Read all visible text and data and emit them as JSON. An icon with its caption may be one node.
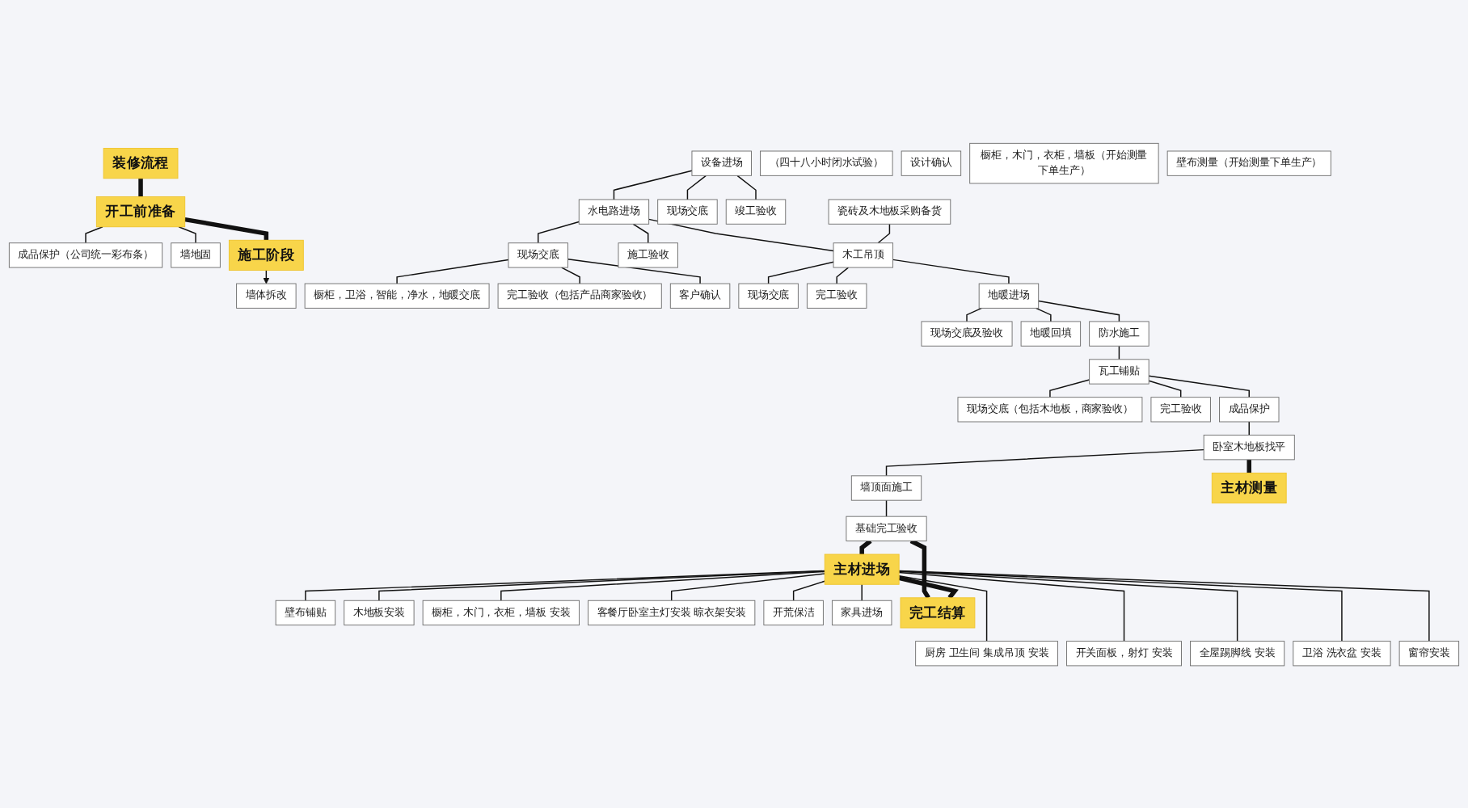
{
  "diagram": {
    "nodes": [
      {
        "text": [
          "装修流程"
        ]
      },
      {
        "text": [
          "开工前准备"
        ]
      },
      {
        "text": [
          "成品保护（公司统一彩布条）"
        ]
      },
      {
        "text": [
          "墙地固"
        ]
      },
      {
        "text": [
          "施工阶段"
        ]
      },
      {
        "text": [
          "墙体拆改"
        ]
      },
      {
        "text": [
          "瓷砖及木地板采购备货"
        ]
      },
      {
        "text": [
          "设备进场"
        ]
      },
      {
        "text": [
          "现场交底"
        ]
      },
      {
        "text": [
          "竣工验收"
        ]
      },
      {
        "text": [
          "水电路进场"
        ]
      },
      {
        "text": [
          "现场交底"
        ]
      },
      {
        "text": [
          "橱柜，卫浴，智能，净水，地暖交底"
        ]
      },
      {
        "text": [
          "完工验收（包括产品商家验收）"
        ]
      },
      {
        "text": [
          "客户确认"
        ]
      },
      {
        "text": [
          "施工验收"
        ]
      },
      {
        "text": [
          "木工吊顶"
        ]
      },
      {
        "text": [
          "现场交底"
        ]
      },
      {
        "text": [
          "完工验收"
        ]
      },
      {
        "text": [
          "地暖进场"
        ]
      },
      {
        "text": [
          "现场交底及验收"
        ]
      },
      {
        "text": [
          "地暖回填"
        ]
      },
      {
        "text": [
          "防水施工"
        ]
      },
      {
        "text": [
          "（四十八小时闭水试验）"
        ]
      },
      {
        "text": [
          "瓦工铺贴"
        ]
      },
      {
        "text": [
          "现场交底（包括木地板，商家验收）"
        ]
      },
      {
        "text": [
          "完工验收"
        ]
      },
      {
        "text": [
          "成品保护"
        ]
      },
      {
        "text": [
          "卧室木地板找平"
        ]
      },
      {
        "text": [
          "墙顶面施工"
        ]
      },
      {
        "text": [
          "基础完工验收"
        ]
      },
      {
        "text": [
          "主材测量"
        ]
      },
      {
        "text": [
          "设计确认"
        ]
      },
      {
        "text": [
          "橱柜，木门，衣柜，墙板（开始测量下单生产）"
        ]
      },
      {
        "text": [
          "壁布测量（开始测量下单生产）"
        ]
      },
      {
        "text": [
          "主材进场"
        ]
      },
      {
        "text": [
          "壁布铺贴"
        ]
      },
      {
        "text": [
          "厨房 卫生间 集成吊顶 安装"
        ]
      },
      {
        "text": [
          "木地板安装"
        ]
      },
      {
        "text": [
          "开关面板，射灯 安装"
        ]
      },
      {
        "text": [
          "橱柜，木门，衣柜，墙板 安装"
        ]
      },
      {
        "text": [
          "全屋踢脚线 安装"
        ]
      },
      {
        "text": [
          "客餐厅卧室主灯安装 晾衣架安装"
        ]
      },
      {
        "text": [
          "卫浴 洗衣盆 安装"
        ]
      },
      {
        "text": [
          "开荒保洁"
        ]
      },
      {
        "text": [
          "窗帘安装"
        ]
      },
      {
        "text": [
          "家具进场"
        ]
      },
      {
        "text": [
          "完工结算"
        ]
      }
    ],
    "edges": [
      {
        "from": 0,
        "to": 1,
        "arrow": "none",
        "style": "thick"
      },
      {
        "from": 1,
        "to": 4,
        "arrow": "none",
        "style": "thick"
      },
      {
        "from": 1,
        "to": 2,
        "arrow": "none"
      },
      {
        "from": 1,
        "to": 3,
        "arrow": "none"
      },
      {
        "from": 4,
        "to": 5,
        "arrow": "to"
      },
      {
        "from": 7,
        "to": 10,
        "arrow": "none"
      },
      {
        "from": 7,
        "to": 8,
        "arrow": "none"
      },
      {
        "from": 7,
        "to": 9,
        "arrow": "none"
      },
      {
        "from": 10,
        "to": 16,
        "arrow": "none"
      },
      {
        "from": 10,
        "to": 11,
        "arrow": "none"
      },
      {
        "from": 10,
        "to": 15,
        "arrow": "none"
      },
      {
        "from": 11,
        "to": 12,
        "arrow": "none"
      },
      {
        "from": 11,
        "to": 13,
        "arrow": "none"
      },
      {
        "from": 11,
        "to": 14,
        "arrow": "none"
      },
      {
        "from": 6,
        "to": 16,
        "arrow": "none"
      },
      {
        "from": 16,
        "to": 19,
        "arrow": "none"
      },
      {
        "from": 16,
        "to": 17,
        "arrow": "none"
      },
      {
        "from": 16,
        "to": 18,
        "arrow": "none"
      },
      {
        "from": 19,
        "to": 22,
        "arrow": "none"
      },
      {
        "from": 19,
        "to": 20,
        "arrow": "none"
      },
      {
        "from": 19,
        "to": 21,
        "arrow": "none"
      },
      {
        "from": 22,
        "to": 24,
        "arrow": "none"
      },
      {
        "from": 24,
        "to": 27,
        "arrow": "none"
      },
      {
        "from": 24,
        "to": 25,
        "arrow": "none"
      },
      {
        "from": 24,
        "to": 26,
        "arrow": "none"
      },
      {
        "from": 27,
        "to": 28,
        "arrow": "none"
      },
      {
        "from": 28,
        "to": 29,
        "arrow": "none"
      },
      {
        "from": 28,
        "to": 31,
        "arrow": "none",
        "style": "thick"
      },
      {
        "from": 29,
        "to": 30,
        "arrow": "none"
      },
      {
        "from": 30,
        "to": 35,
        "arrow": "none",
        "style": "thick"
      },
      {
        "from": 30,
        "to": 47,
        "arrow": "none",
        "style": "thick"
      },
      {
        "from": 35,
        "to": 47,
        "arrow": "none",
        "style": "thick"
      },
      {
        "from": 35,
        "to": 36,
        "arrow": "none"
      },
      {
        "from": 35,
        "to": 37,
        "arrow": "none"
      },
      {
        "from": 35,
        "to": 38,
        "arrow": "none"
      },
      {
        "from": 35,
        "to": 39,
        "arrow": "none"
      },
      {
        "from": 35,
        "to": 40,
        "arrow": "none"
      },
      {
        "from": 35,
        "to": 41,
        "arrow": "none"
      },
      {
        "from": 35,
        "to": 42,
        "arrow": "none"
      },
      {
        "from": 35,
        "to": 43,
        "arrow": "none"
      },
      {
        "from": 35,
        "to": 44,
        "arrow": "none"
      },
      {
        "from": 35,
        "to": 45,
        "arrow": "none"
      },
      {
        "from": 35,
        "to": 46,
        "arrow": "none"
      }
    ]
  }
}
